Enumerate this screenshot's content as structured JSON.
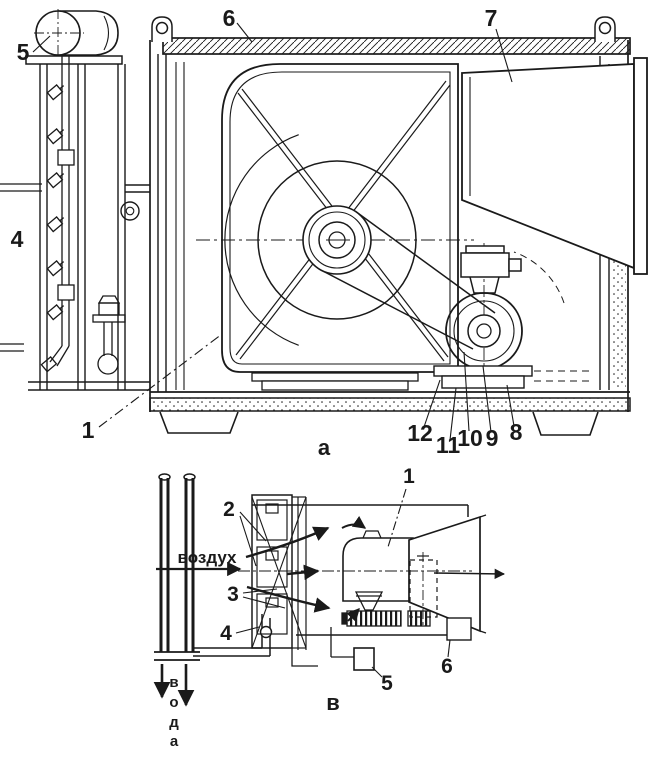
{
  "page": {
    "background": "#ffffff",
    "ink": "#1a1a1a",
    "description_visible_text_only": true
  },
  "figure_top": {
    "caption": "а",
    "callouts": {
      "c1": "1",
      "c4": "4",
      "c5": "5",
      "c6": "6",
      "c7": "7",
      "c8": "8",
      "c9": "9",
      "c10": "10",
      "c11": "11",
      "c12": "12"
    }
  },
  "figure_bottom": {
    "caption": "в",
    "air_label": "воздух",
    "water_word": {
      "l0": "в",
      "l1": "о",
      "l2": "д",
      "l3": "а"
    },
    "callouts": {
      "c1": "1",
      "c2": "2",
      "c3": "3",
      "c4": "4",
      "c5": "5",
      "c6": "6"
    }
  }
}
